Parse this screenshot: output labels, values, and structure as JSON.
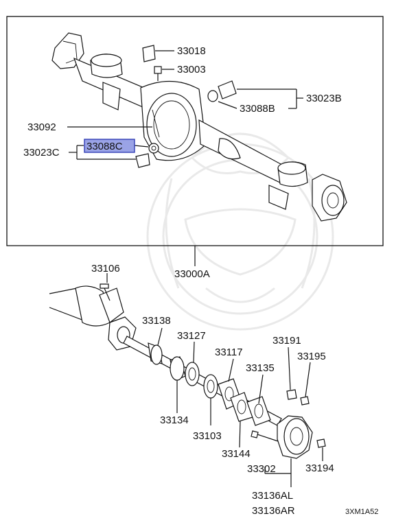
{
  "labels": {
    "p33018": "33018",
    "p33003": "33003",
    "p33023B": "33023B",
    "p33088B": "33088B",
    "p33092": "33092",
    "p33088C": "33088C",
    "p33023C": "33023C",
    "p33000A": "33000A",
    "p33106": "33106",
    "p33138": "33138",
    "p33127": "33127",
    "p33117": "33117",
    "p33191": "33191",
    "p33195": "33195",
    "p33135": "33135",
    "p33134": "33134",
    "p33103": "33103",
    "p33144": "33144",
    "p33302": "33302",
    "p33194": "33194",
    "p33136AL": "33136AL",
    "p33136AR": "33136AR"
  },
  "diagram_code": "3XM1A52",
  "highlighted_part": "33088C",
  "colors": {
    "highlight_fill": "#9aa3e6",
    "highlight_border": "#3a46b8",
    "watermark": "#e9e9e9"
  }
}
